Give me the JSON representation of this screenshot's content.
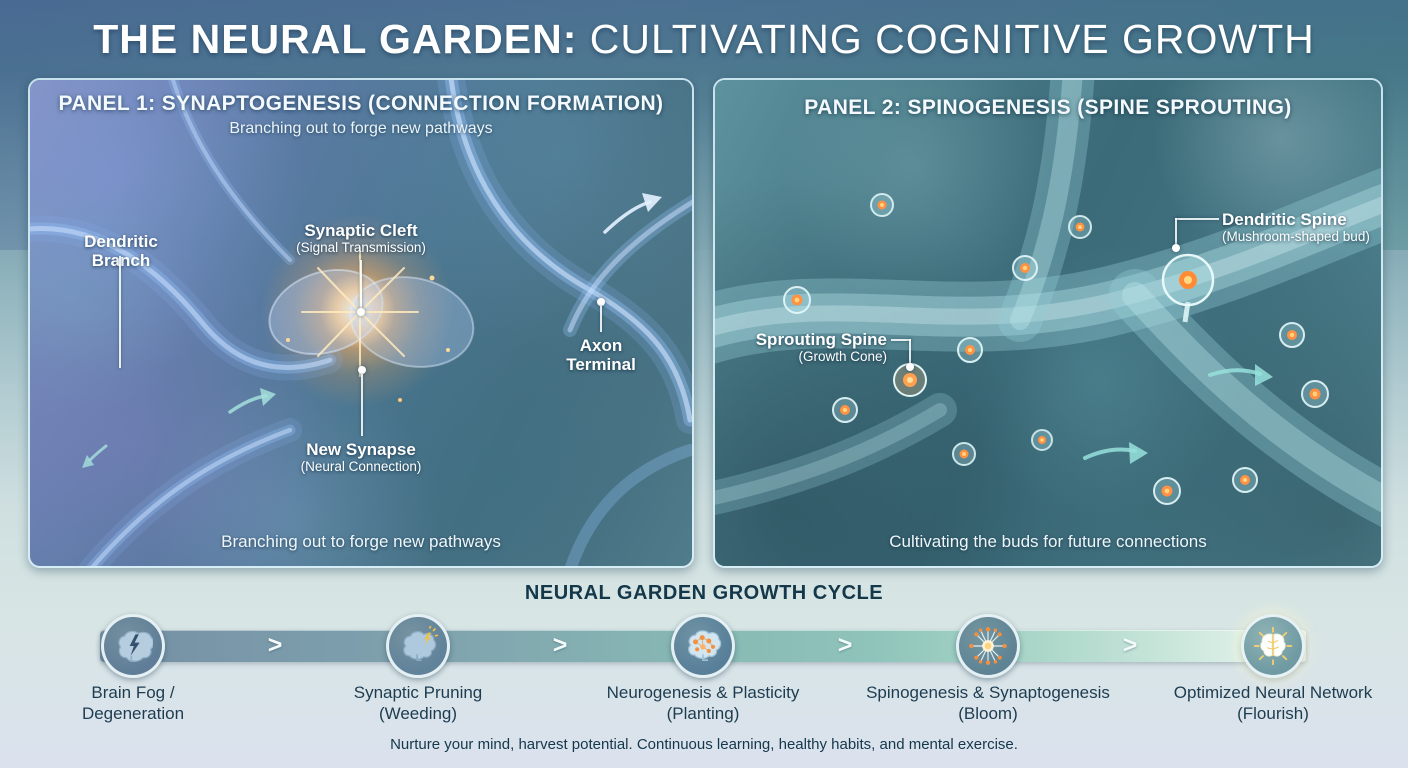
{
  "title": {
    "strong": "THE NEURAL GARDEN:",
    "light": " CULTIVATING COGNITIVE GROWTH"
  },
  "panels": [
    {
      "heading": "PANEL 1:  SYNAPTOGENESIS (CONNECTION FORMATION)",
      "subheading": "Branching out to forge new pathways",
      "caption": "Branching out to forge new pathways",
      "labels": [
        {
          "title": "Dendritic Branch",
          "sub": ""
        },
        {
          "title": "Synaptic Cleft",
          "sub": "(Signal Transmission)"
        },
        {
          "title": "Axon Terminal",
          "sub": ""
        },
        {
          "title": "New Synapse",
          "sub": "(Neural Connection)"
        }
      ]
    },
    {
      "heading": "PANEL 2: SPINOGENESIS (SPINE SPROUTING)",
      "caption": "Cultivating the buds for future connections",
      "labels": [
        {
          "title": "Sprouting Spine",
          "sub": "(Growth Cone)"
        },
        {
          "title": "Dendritic Spine",
          "sub": "(Mushroom-shaped bud)"
        }
      ]
    }
  ],
  "cycle": {
    "heading": "NEURAL GARDEN GROWTH CYCLE",
    "chevron": ">",
    "stages": [
      {
        "line1": "Brain Fog /",
        "line2": "Degeneration",
        "icon": "brain-fog-lightning"
      },
      {
        "line1": "Synaptic Pruning",
        "line2": "(Weeding)",
        "icon": "brain-spark-pruning"
      },
      {
        "line1": "Neurogenesis & Plasticity",
        "line2": "(Planting)",
        "icon": "brain-seed-network"
      },
      {
        "line1": "Spinogenesis & Synaptogenesis",
        "line2": "(Bloom)",
        "icon": "starburst-bloom"
      },
      {
        "line1": "Optimized Neural Network",
        "line2": "(Flourish)",
        "icon": "radiant-brain"
      }
    ]
  },
  "footer": "Nurture your mind, harvest potential. Continuous learning, healthy habits, and mental exercise.",
  "colors": {
    "banner_left": "#4c7092",
    "banner_right": "#4f7f8e",
    "panel1_base": "#5a7ba3",
    "panel2_base": "#3b6a78",
    "synapse_glow": "#ffc87e",
    "spine_core": "#ff9143",
    "band_start": "#7590a5",
    "band_end": "#eef7f2",
    "heading_text": "#14374a",
    "label_text": "#1d3c50"
  }
}
